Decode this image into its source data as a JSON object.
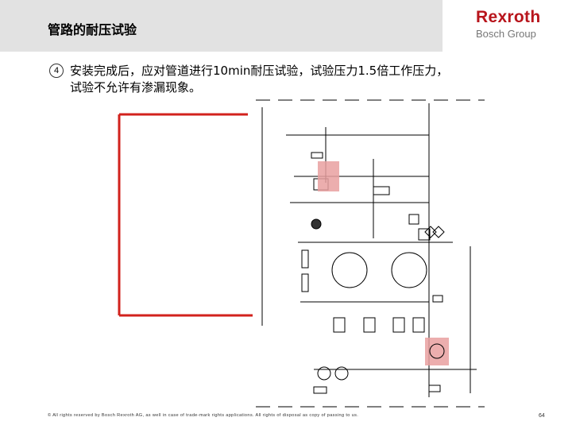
{
  "slide": {
    "title": "管路的耐压试验",
    "bullet_number": "4",
    "body_line1": "安装完成后，应对管道进行10min耐压试验，试验压力1.5倍工作压力，",
    "body_line2": "试验不允许有渗漏现象。"
  },
  "logo": {
    "brand": "Rexroth",
    "sub": "Bosch Group"
  },
  "colors": {
    "accent_red": "#d2221c",
    "highlight_pink": "#e9a0a0",
    "header_gray": "#e2e2e2"
  },
  "footer": {
    "copyright": "© All rights reserved by Bosch Rexroth AG, as well in case of trade-mark rights applications. All rights of disposal as copy of passing to us.",
    "page": "64"
  }
}
